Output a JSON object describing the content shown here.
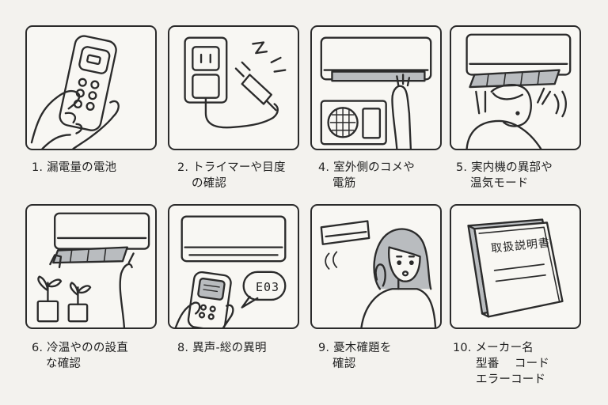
{
  "steps": [
    {
      "number": "1.",
      "lines": [
        "漏電量の電池"
      ],
      "icon": "remote-battery-icon"
    },
    {
      "number": "2.",
      "lines": [
        "トライマーや目度",
        "の確認"
      ],
      "icon": "plug-outlet-icon"
    },
    {
      "number": "4.",
      "lines": [
        "室外側のコメや",
        "電筋"
      ],
      "icon": "outdoor-unit-icon"
    },
    {
      "number": "5.",
      "lines": [
        "実内機の異部や",
        "温気モード"
      ],
      "icon": "indoor-filter-icon"
    },
    {
      "number": "6.",
      "lines": [
        "冷温やのの設直",
        "な確認"
      ],
      "icon": "filter-plants-icon"
    },
    {
      "number": "8.",
      "lines": [
        "異声-総の異明"
      ],
      "icon": "error-code-remote-icon"
    },
    {
      "number": "9.",
      "lines": [
        "憂木確題を",
        "確認"
      ],
      "icon": "confused-woman-icon"
    },
    {
      "number": "10.",
      "lines": [
        "メーカー名",
        "型番　 コード",
        "エラーコード"
      ],
      "icon": "manual-book-icon"
    }
  ],
  "remote_error_code": "E03",
  "manual_title": "取扱説明書",
  "colors": {
    "line": "#2b2b2b",
    "fill_gray": "#b9bcbf",
    "bg": "#f3f2ee",
    "panel": "#f8f7f3"
  }
}
